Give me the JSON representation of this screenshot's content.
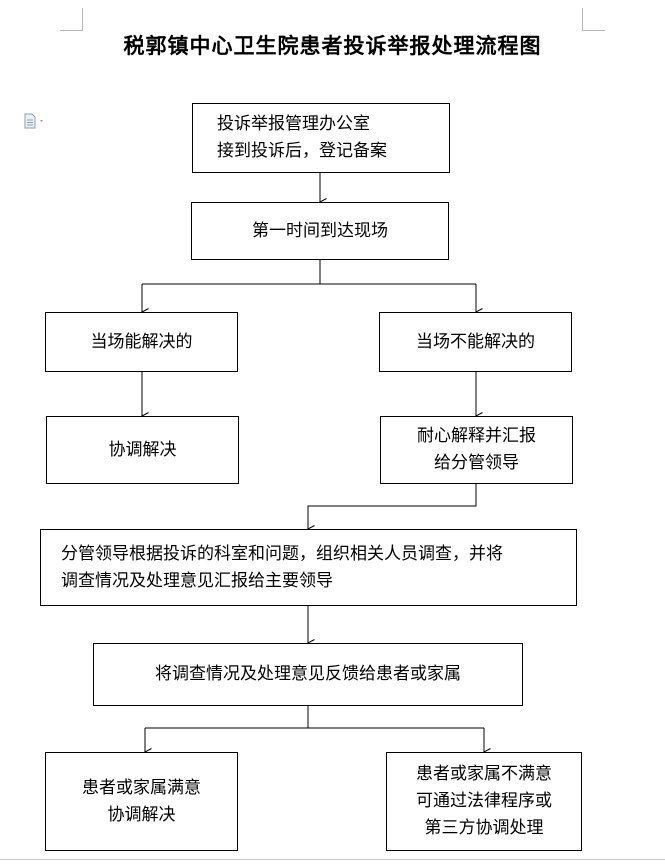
{
  "title": "税郭镇中心卫生院患者投诉举报处理流程图",
  "nodes": {
    "receive": "投诉举报管理办公室\n接到投诉后，登记备案",
    "arrive": "第一时间到达现场",
    "solvable": "当场能解决的",
    "unsolvable": "当场不能解决的",
    "coordinate": "协调解决",
    "explain": "耐心解释并汇报\n给分管领导",
    "investigate": "分管领导根据投诉的科室和问题，组织相关人员调查，并将\n调查情况及处理意见汇报给主要领导",
    "feedback": "将调查情况及处理意见反馈给患者或家属",
    "satisfied": "患者或家属满意\n协调解决",
    "unsatisfied": "患者或家属不满意\n可通过法律程序或\n第三方协调处理"
  },
  "icons": {
    "document": "document-icon"
  }
}
